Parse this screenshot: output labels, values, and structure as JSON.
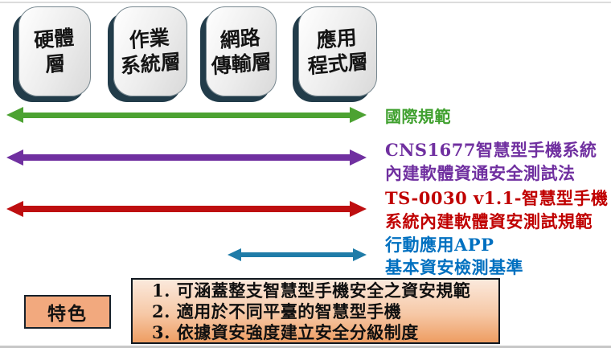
{
  "layers": [
    {
      "name": "hardware-layer",
      "line1": "硬體",
      "line2": "層"
    },
    {
      "name": "os-layer",
      "line1": "作業",
      "line2": "系統層"
    },
    {
      "name": "network-layer",
      "line1": "網路",
      "line2": "傳輸層"
    },
    {
      "name": "application-layer",
      "line1": "應用",
      "line2": "程式層"
    }
  ],
  "standards": [
    {
      "id": "international",
      "label_lines": [
        "國際規範"
      ],
      "text_color": "#3FA02E",
      "arrow_color": "#4CA232",
      "coverage": "all-layers"
    },
    {
      "id": "cns1677",
      "label_lines": [
        "CNS1677智慧型手機系統",
        "內建軟體資通安全測試法"
      ],
      "text_color": "#7030A0",
      "arrow_color": "#7030A0",
      "coverage": "all-layers"
    },
    {
      "id": "ts-0030",
      "label_lines": [
        "TS-0030 v1.1-智慧型手機",
        "系統內建軟體資安測試規範"
      ],
      "text_color": "#C00000",
      "arrow_color": "#BE0E10",
      "coverage": "all-layers"
    },
    {
      "id": "mobile-app-baseline",
      "label_lines": [
        "行動應用APP",
        "基本資安檢測基準"
      ],
      "text_color": "#0070C0",
      "arrow_color": "#1F7CA8",
      "coverage": "application-layer"
    }
  ],
  "features": {
    "title": "特色",
    "items": [
      "1. 可涵蓋整支智慧型手機安全之資安規範",
      "2. 適用於不同平臺的智慧型手機",
      "3. 依據資安強度建立安全分級制度"
    ]
  },
  "colors": {
    "tile_edge": "#223C4A",
    "tile_face": "#ECECEC",
    "feature_box_top": "#FBE9DC",
    "feature_box_bottom": "#EE9D62",
    "feature_tag_fill": "#F2A97E"
  }
}
